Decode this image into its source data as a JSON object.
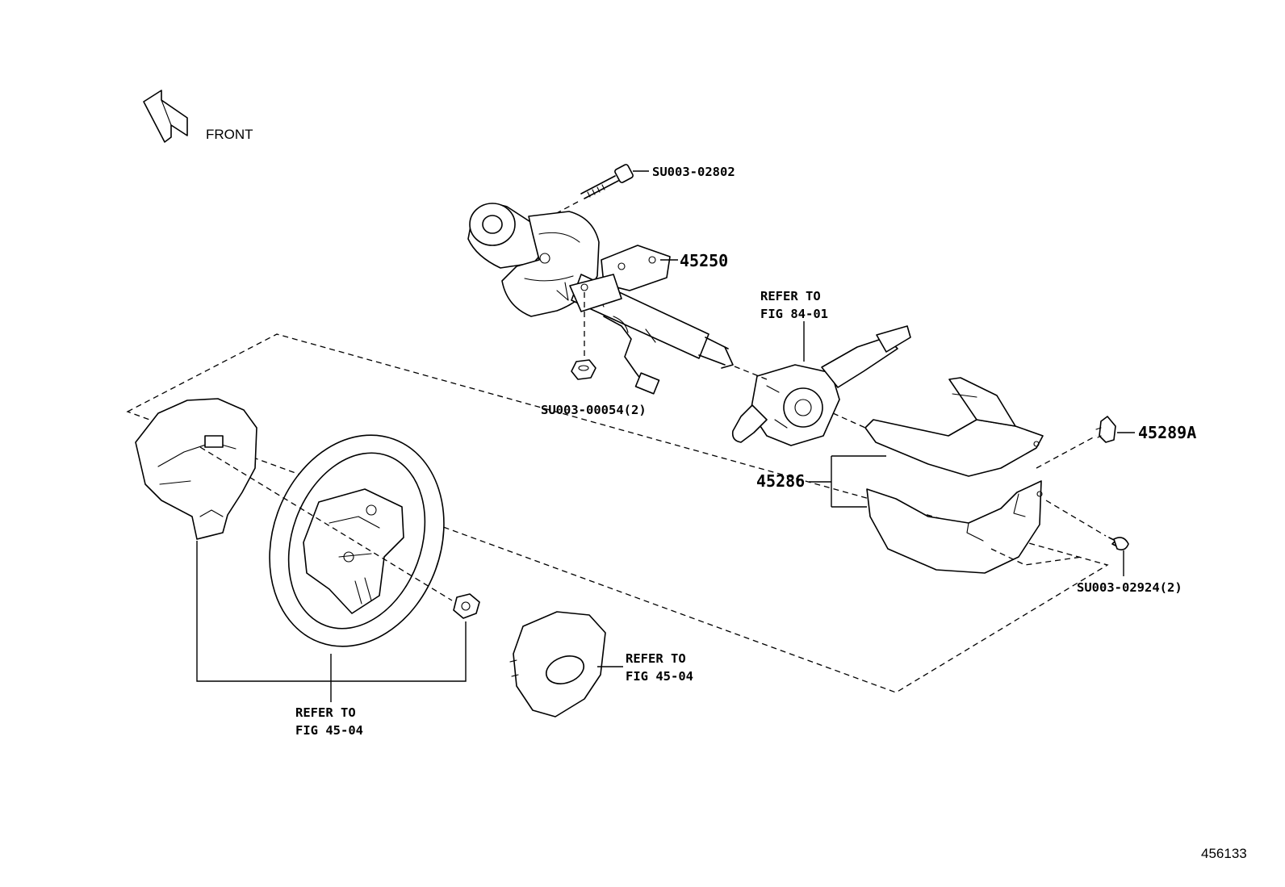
{
  "orientation": {
    "label": "FRONT"
  },
  "callouts": {
    "bolt_top": "SU003-02802",
    "column": "45250",
    "nut_column": "SU003-00054(2)",
    "switch_ref_line1": "REFER TO",
    "switch_ref_line2": "FIG 84-01",
    "cover_set": "45286",
    "clip": "45289A",
    "screw": "SU003-02924(2)",
    "wheel_ref_line1": "REFER TO",
    "wheel_ref_line2": "FIG 45-04",
    "pad_ref_line1": "REFER TO",
    "pad_ref_line2": "FIG 45-04"
  },
  "figure_id": "456133"
}
